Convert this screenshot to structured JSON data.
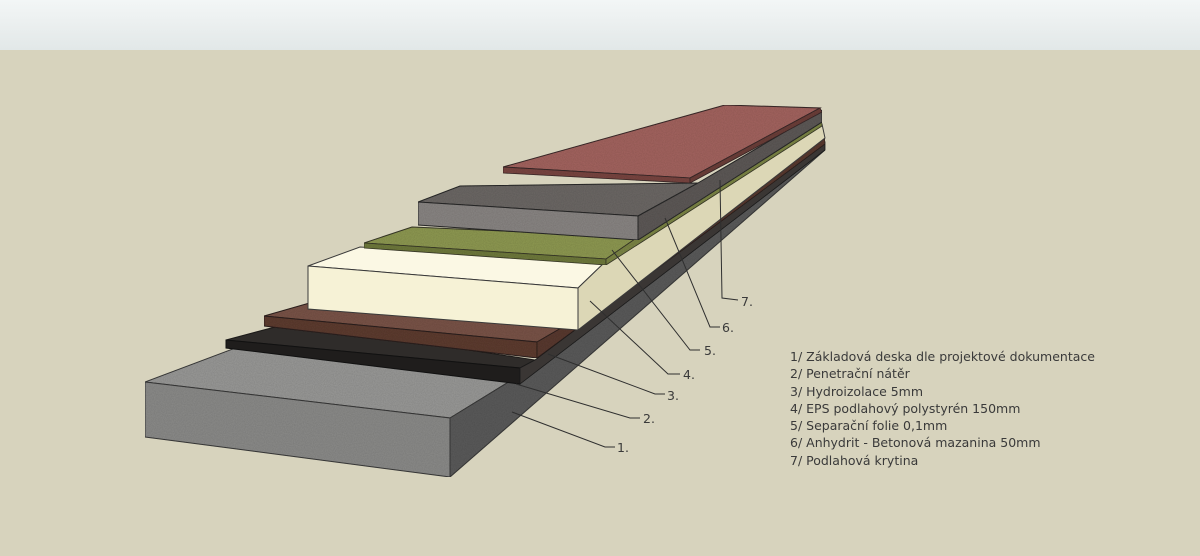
{
  "legend": [
    "1/ Základová deska dle projektové dokumentace",
    "2/ Penetrační nátěr",
    "3/ Hydroizolace 5mm",
    "4/ EPS podlahový polystyrén 150mm",
    "5/ Separační folie 0,1mm",
    "6/ Anhydrit - Betonová mazanina 50mm",
    "7/ Podlahová krytina"
  ],
  "callouts": [
    "1.",
    "2.",
    "3.",
    "4.",
    "5.",
    "6.",
    "7."
  ],
  "colors": {
    "sky": "#e9eeee",
    "ground": "#d7d3bd",
    "concrete_slab": "#8e8e8e",
    "penetration_coat": "#2b2826",
    "waterproofing": "#6e4a40",
    "eps_insulation": "#fbf8e2",
    "separation_foil": "#8f9a52",
    "anhydrite_screed": "#6a6664",
    "floor_covering": "#a46560"
  }
}
